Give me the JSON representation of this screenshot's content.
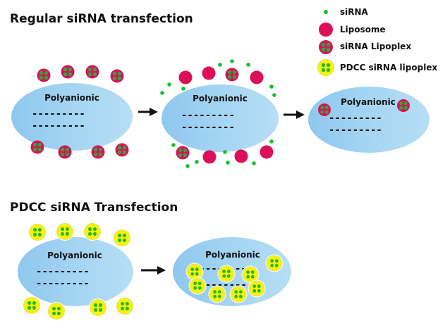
{
  "headings": {
    "regular": "Regular siRNA transfection",
    "pdcc": "PDCC siRNA Transfection"
  },
  "legend": {
    "sirna": "siRNA",
    "liposome": "Liposome",
    "lipoplex": "siRNA Lipoplex",
    "pdcc": "PDCC siRNA lipoplex"
  },
  "cells": {
    "label": "Polyanionic",
    "membrane_pattern": "---------"
  },
  "colors": {
    "cell": "#a3d4f2",
    "sirna": "#16c02c",
    "liposome": "#dc1058",
    "lipoplex_outer": "#dc1058",
    "lipoplex_dots": "#2aa83a",
    "pdcc_fill": "#f7f20a",
    "pdcc_dots": "#1dbb2c",
    "arrow": "#111111"
  }
}
